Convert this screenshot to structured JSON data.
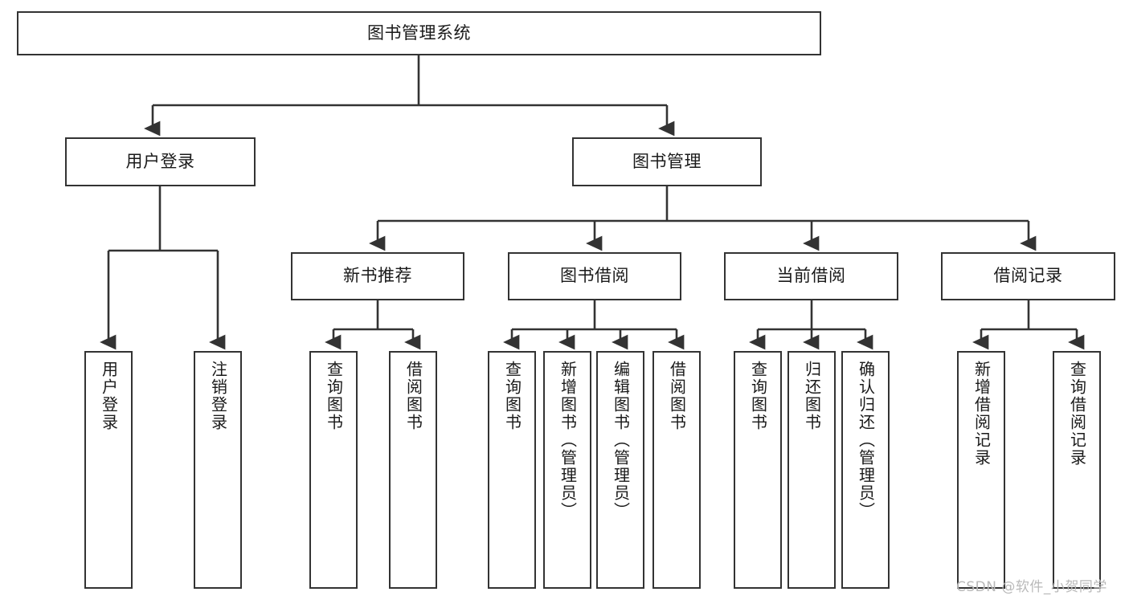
{
  "diagram": {
    "type": "tree-hierarchy-flowchart",
    "title": "图书管理系统",
    "background_color": "#ffffff",
    "box_border_color": "#333333",
    "edge_color": "#333333",
    "text_color": "#1a1a1a"
  },
  "nodes": {
    "root": {
      "label": "图书管理系统",
      "level": 1
    },
    "level2": [
      {
        "id": "user-login",
        "label": "用户登录"
      },
      {
        "id": "book-manage",
        "label": "图书管理"
      }
    ],
    "level3": [
      {
        "id": "new-book-recommend",
        "label": "新书推荐"
      },
      {
        "id": "book-borrow",
        "label": "图书借阅"
      },
      {
        "id": "current-borrow",
        "label": "当前借阅"
      },
      {
        "id": "borrow-record",
        "label": "借阅记录"
      }
    ],
    "leaves": {
      "user-login": [
        {
          "id": "leaf-user-login",
          "label": "用户登录"
        },
        {
          "id": "leaf-logout-login",
          "label": "注销登录"
        }
      ],
      "new-book-recommend": [
        {
          "id": "leaf-query-book-1",
          "label": "查询图书"
        },
        {
          "id": "leaf-borrow-book-1",
          "label": "借阅图书"
        }
      ],
      "book-borrow": [
        {
          "id": "leaf-query-book-2",
          "label": "查询图书"
        },
        {
          "id": "leaf-add-book",
          "label": "新增图书（管理员）"
        },
        {
          "id": "leaf-edit-book",
          "label": "编辑图书（管理员）"
        },
        {
          "id": "leaf-borrow-book-2",
          "label": "借阅图书"
        }
      ],
      "current-borrow": [
        {
          "id": "leaf-query-book-3",
          "label": "查询图书"
        },
        {
          "id": "leaf-return-book",
          "label": "归还图书"
        },
        {
          "id": "leaf-confirm-return",
          "label": "确认归还（管理员）"
        }
      ],
      "borrow-record": [
        {
          "id": "leaf-add-record",
          "label": "新增借阅记录"
        },
        {
          "id": "leaf-query-record",
          "label": "查询借阅记录"
        }
      ]
    }
  },
  "watermark": {
    "text": "CSDN @软件_小贺同学"
  }
}
